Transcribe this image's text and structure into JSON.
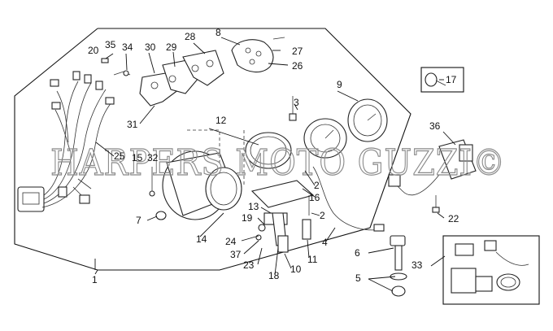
{
  "watermark": "HARPERS MOTO GUZZI©",
  "labels": {
    "p1": "1",
    "p2a": "2",
    "p2b": "2",
    "p3": "3",
    "p4": "4",
    "p5": "5",
    "p6": "6",
    "p7": "7",
    "p8": "8",
    "p9": "9",
    "p10": "10",
    "p11": "11",
    "p12": "12",
    "p13": "13",
    "p14": "14",
    "p15": "15",
    "p16": "16",
    "p17": "17",
    "p18": "18",
    "p19": "19",
    "p20": "20",
    "p22": "22",
    "p23": "23",
    "p24": "24",
    "p25": "25",
    "p26": "26",
    "p27": "27",
    "p28": "28",
    "p29": "29",
    "p30": "30",
    "p31": "31",
    "p32": "32",
    "p33": "33",
    "p34": "34",
    "p35": "35",
    "p36": "36",
    "p37": "37"
  }
}
